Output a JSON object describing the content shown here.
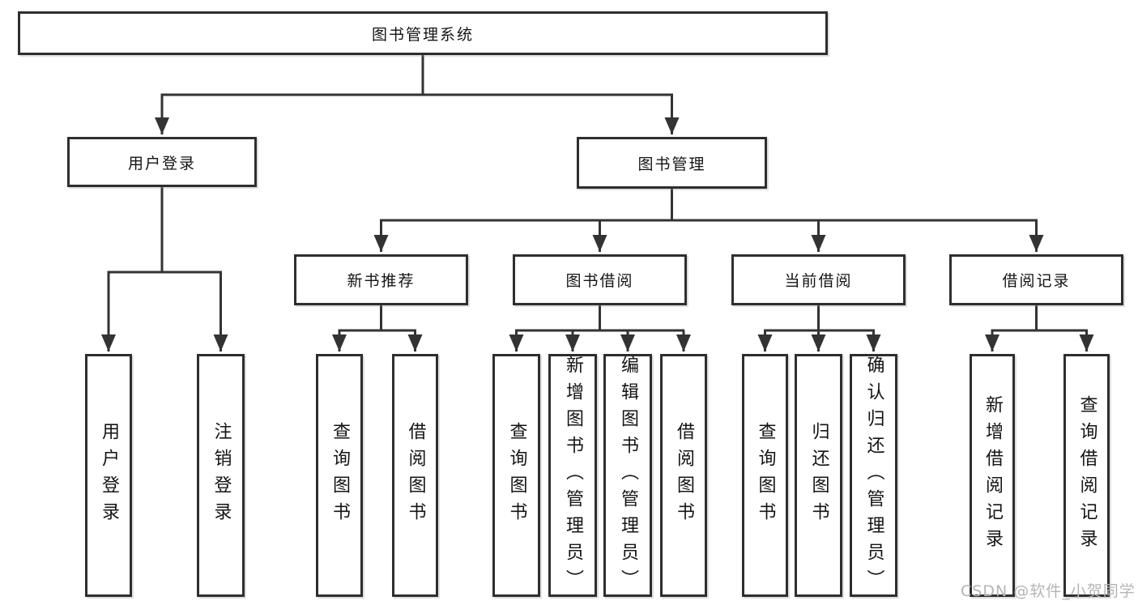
{
  "diagram": {
    "root": {
      "label": "图书管理系统"
    },
    "level2": {
      "user_login": {
        "label": "用户登录",
        "parent": "图书管理系统"
      },
      "book_mgmt": {
        "label": "图书管理",
        "parent": "图书管理系统"
      }
    },
    "level3": {
      "new_book_rec": {
        "label": "新书推荐",
        "parent": "图书管理"
      },
      "book_borrow": {
        "label": "图书借阅",
        "parent": "图书管理"
      },
      "current_borrow": {
        "label": "当前借阅",
        "parent": "图书管理"
      },
      "borrow_records": {
        "label": "借阅记录",
        "parent": "图书管理"
      }
    },
    "leaves": {
      "user_login_leaf": {
        "label": "用户登录",
        "parent": "用户登录"
      },
      "logout_leaf": {
        "label": "注销登录",
        "parent": "用户登录"
      },
      "nbr_query_books": {
        "label": "查询图书",
        "parent": "新书推荐"
      },
      "nbr_borrow_books": {
        "label": "借阅图书",
        "parent": "新书推荐"
      },
      "bb_query_books": {
        "label": "查询图书",
        "parent": "图书借阅"
      },
      "bb_add_books": {
        "label": "新增图书（管理员）",
        "parent": "图书借阅"
      },
      "bb_edit_books": {
        "label": "编辑图书（管理员）",
        "parent": "图书借阅"
      },
      "bb_borrow_books": {
        "label": "借阅图书",
        "parent": "图书借阅"
      },
      "cb_query_books": {
        "label": "查询图书",
        "parent": "当前借阅"
      },
      "cb_return_books": {
        "label": "归还图书",
        "parent": "当前借阅"
      },
      "cb_confirm_return": {
        "label": "确认归还（管理员）",
        "parent": "当前借阅"
      },
      "br_add_record": {
        "label": "新增借阅记录",
        "parent": "借阅记录"
      },
      "br_query_record": {
        "label": "查询借阅记录",
        "parent": "借阅记录"
      }
    }
  },
  "watermark": {
    "text": "CSDN @软件_小贺同学"
  },
  "colors": {
    "line": "#333333",
    "box_border": "#2e2e2e",
    "text": "#141414",
    "watermark": "#b5b5b5",
    "background": "#ffffff"
  }
}
